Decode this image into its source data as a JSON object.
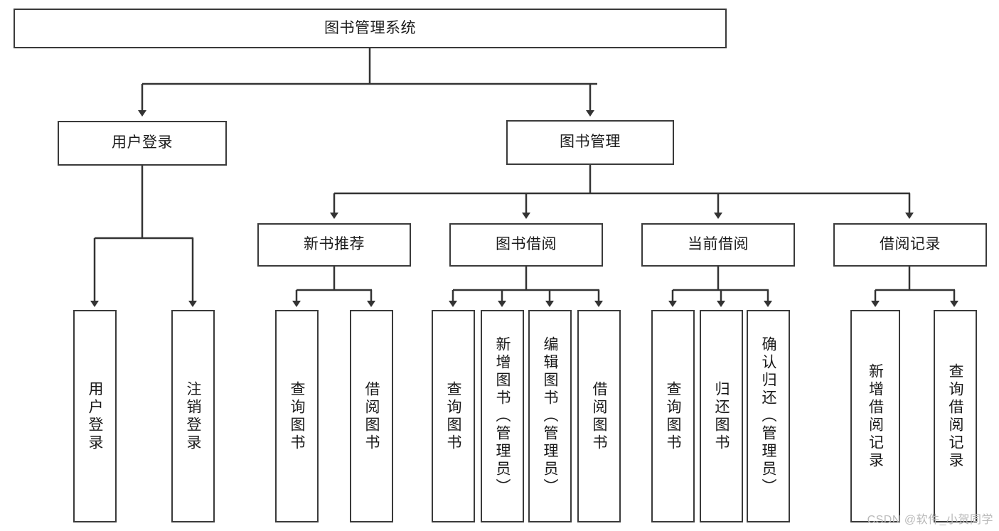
{
  "diagram": {
    "title": "图书管理系统",
    "type": "tree-hierarchy-chart",
    "root": {
      "label": "图书管理系统"
    },
    "level2": [
      {
        "label": "用户登录"
      },
      {
        "label": "图书管理"
      }
    ],
    "level3": [
      {
        "label": "新书推荐"
      },
      {
        "label": "图书借阅"
      },
      {
        "label": "当前借阅"
      },
      {
        "label": "借阅记录"
      }
    ],
    "leaves": {
      "user_login": [
        {
          "label": "用户登录"
        },
        {
          "label": "注销登录"
        }
      ],
      "new_book_recommend": [
        {
          "label": "查询图书"
        },
        {
          "label": "借阅图书"
        }
      ],
      "book_borrow": [
        {
          "label": "查询图书"
        },
        {
          "label": "新增图书（管理员）"
        },
        {
          "label": "编辑图书（管理员）"
        },
        {
          "label": "借阅图书"
        }
      ],
      "current_borrow": [
        {
          "label": "查询图书"
        },
        {
          "label": "归还图书"
        },
        {
          "label": "确认归还（管理员）"
        }
      ],
      "borrow_record": [
        {
          "label": "新增借阅记录"
        },
        {
          "label": "查询借阅记录"
        }
      ]
    }
  },
  "watermark": {
    "text": "CSDN @软件_小贺同学"
  },
  "colors": {
    "box_border": "#3a3a3a",
    "connector": "#333333",
    "background": "#ffffff",
    "text": "#1a1a1a",
    "watermark": "#b9b9b9"
  }
}
